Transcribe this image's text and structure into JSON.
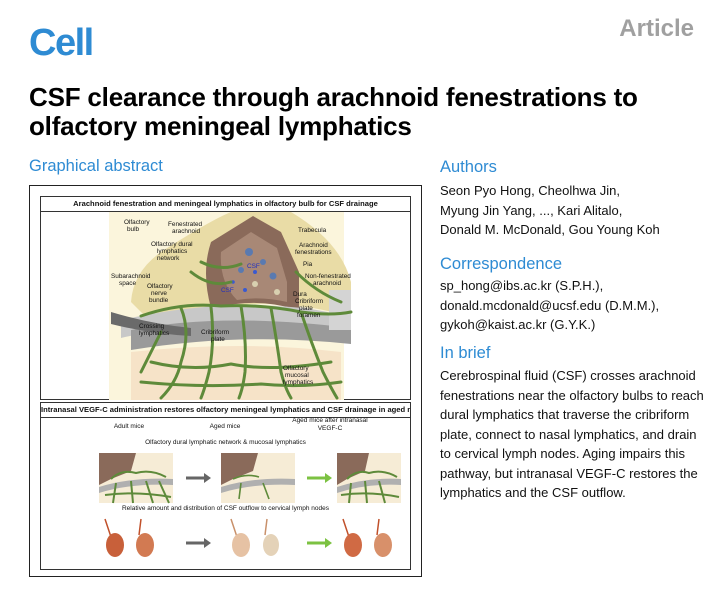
{
  "header": {
    "logo": "Cell",
    "article_type": "Article"
  },
  "title": "CSF clearance through arachnoid fenestrations to olfactory meningeal lymphatics",
  "graphical_abstract": {
    "heading": "Graphical abstract",
    "panel1": {
      "title": "Arachnoid fenestration and meningeal lymphatics in olfactory bulb for CSF drainage",
      "labels": {
        "olfactory_bulb_1": "Olfactory",
        "olfactory_bulb_2": "bulb",
        "fenestrated_1": "Fenestrated",
        "fenestrated_2": "arachnoid",
        "dural_1": "Olfactory dural",
        "dural_2": "lymphatics",
        "dural_3": "network",
        "subarachnoid_1": "Subarachnoid",
        "subarachnoid_2": "space",
        "nerve_1": "Olfactory",
        "nerve_2": "nerve",
        "nerve_3": "bundle",
        "crossing_1": "Crossing",
        "crossing_2": "lymphatics",
        "trabecula": "Trabecula",
        "arach_fen_1": "Arachnoid",
        "arach_fen_2": "fenestrations",
        "pia": "Pia",
        "nonfen_1": "Non-fenestrated",
        "nonfen_2": "arachnoid",
        "dura": "Dura",
        "cribriform_1": "Cribriform",
        "cribriform_2": "plate",
        "cribriform_3": "foramen",
        "cribriform_plate_1": "Cribriform",
        "cribriform_plate_2": "plate",
        "mucosal_1": "Olfactory",
        "mucosal_2": "mucosal",
        "mucosal_3": "lymphatics",
        "csf_1": "CSF",
        "csf_2": "CSF"
      }
    },
    "panel2": {
      "title": "Intranasal VEGF-C administration restores olfactory meningeal lymphatics and CSF drainage in aged mice",
      "col_adult": "Adult mice",
      "col_aged": "Aged mice",
      "col_aged_vegfc": "Aged mice after intranasal VEGF-C",
      "row1": "Olfactory dural lymphatic network & mucosal lymphatics",
      "row2": "Relative amount and distribution of CSF outflow to cervical lymph nodes"
    }
  },
  "authors": {
    "heading": "Authors",
    "line1": "Seon Pyo Hong, Cheolhwa Jin,",
    "line2": "Myung Jin Yang, ..., Kari Alitalo,",
    "line3": "Donald M. McDonald, Gou Young Koh"
  },
  "correspondence": {
    "heading": "Correspondence",
    "line1": "sp_hong@ibs.ac.kr (S.P.H.),",
    "line2": "donald.mcdonald@ucsf.edu (D.M.M.),",
    "line3": "gykoh@kaist.ac.kr (G.Y.K.)"
  },
  "in_brief": {
    "heading": "In brief",
    "text": "Cerebrospinal fluid (CSF) crosses arachnoid fenestrations near the olfactory bulbs to reach dural lymphatics that traverse the cribriform plate, connect to nasal lymphatics, and drain to cervical lymph nodes. Aging impairs this pathway, but intranasal VEGF-C restores the lymphatics and the CSF outflow."
  },
  "colors": {
    "accent": "#2e8bd3",
    "lymphatic": "#5e8a3a",
    "tissue": "#8a6a5a",
    "csf": "#3a5ad0",
    "arrow_green": "#7cc242"
  }
}
